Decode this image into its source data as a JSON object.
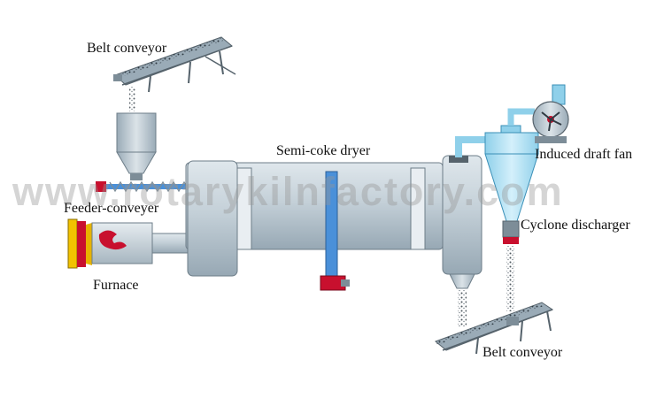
{
  "labels": {
    "belt_conveyor_top": "Belt conveyor",
    "feeder_conveyer": "Feeder-conveyer",
    "furnace": "Furnace",
    "semi_coke_dryer": "Semi-coke dryer",
    "induced_draft_fan": "Induced draft fan",
    "cyclone_discharger": "Cyclone discharger",
    "belt_conveyor_bottom": "Belt conveyor"
  },
  "watermark": "www.rotarykilnfactory.com",
  "colors": {
    "steel": "#bcc8d0",
    "steel_dark": "#8fa0ac",
    "cyan_pipe": "#bfe6f5",
    "blue_pipe": "#4a90d9",
    "red_accent": "#c8102e",
    "yellow_accent": "#f2c200",
    "text": "#111111"
  }
}
